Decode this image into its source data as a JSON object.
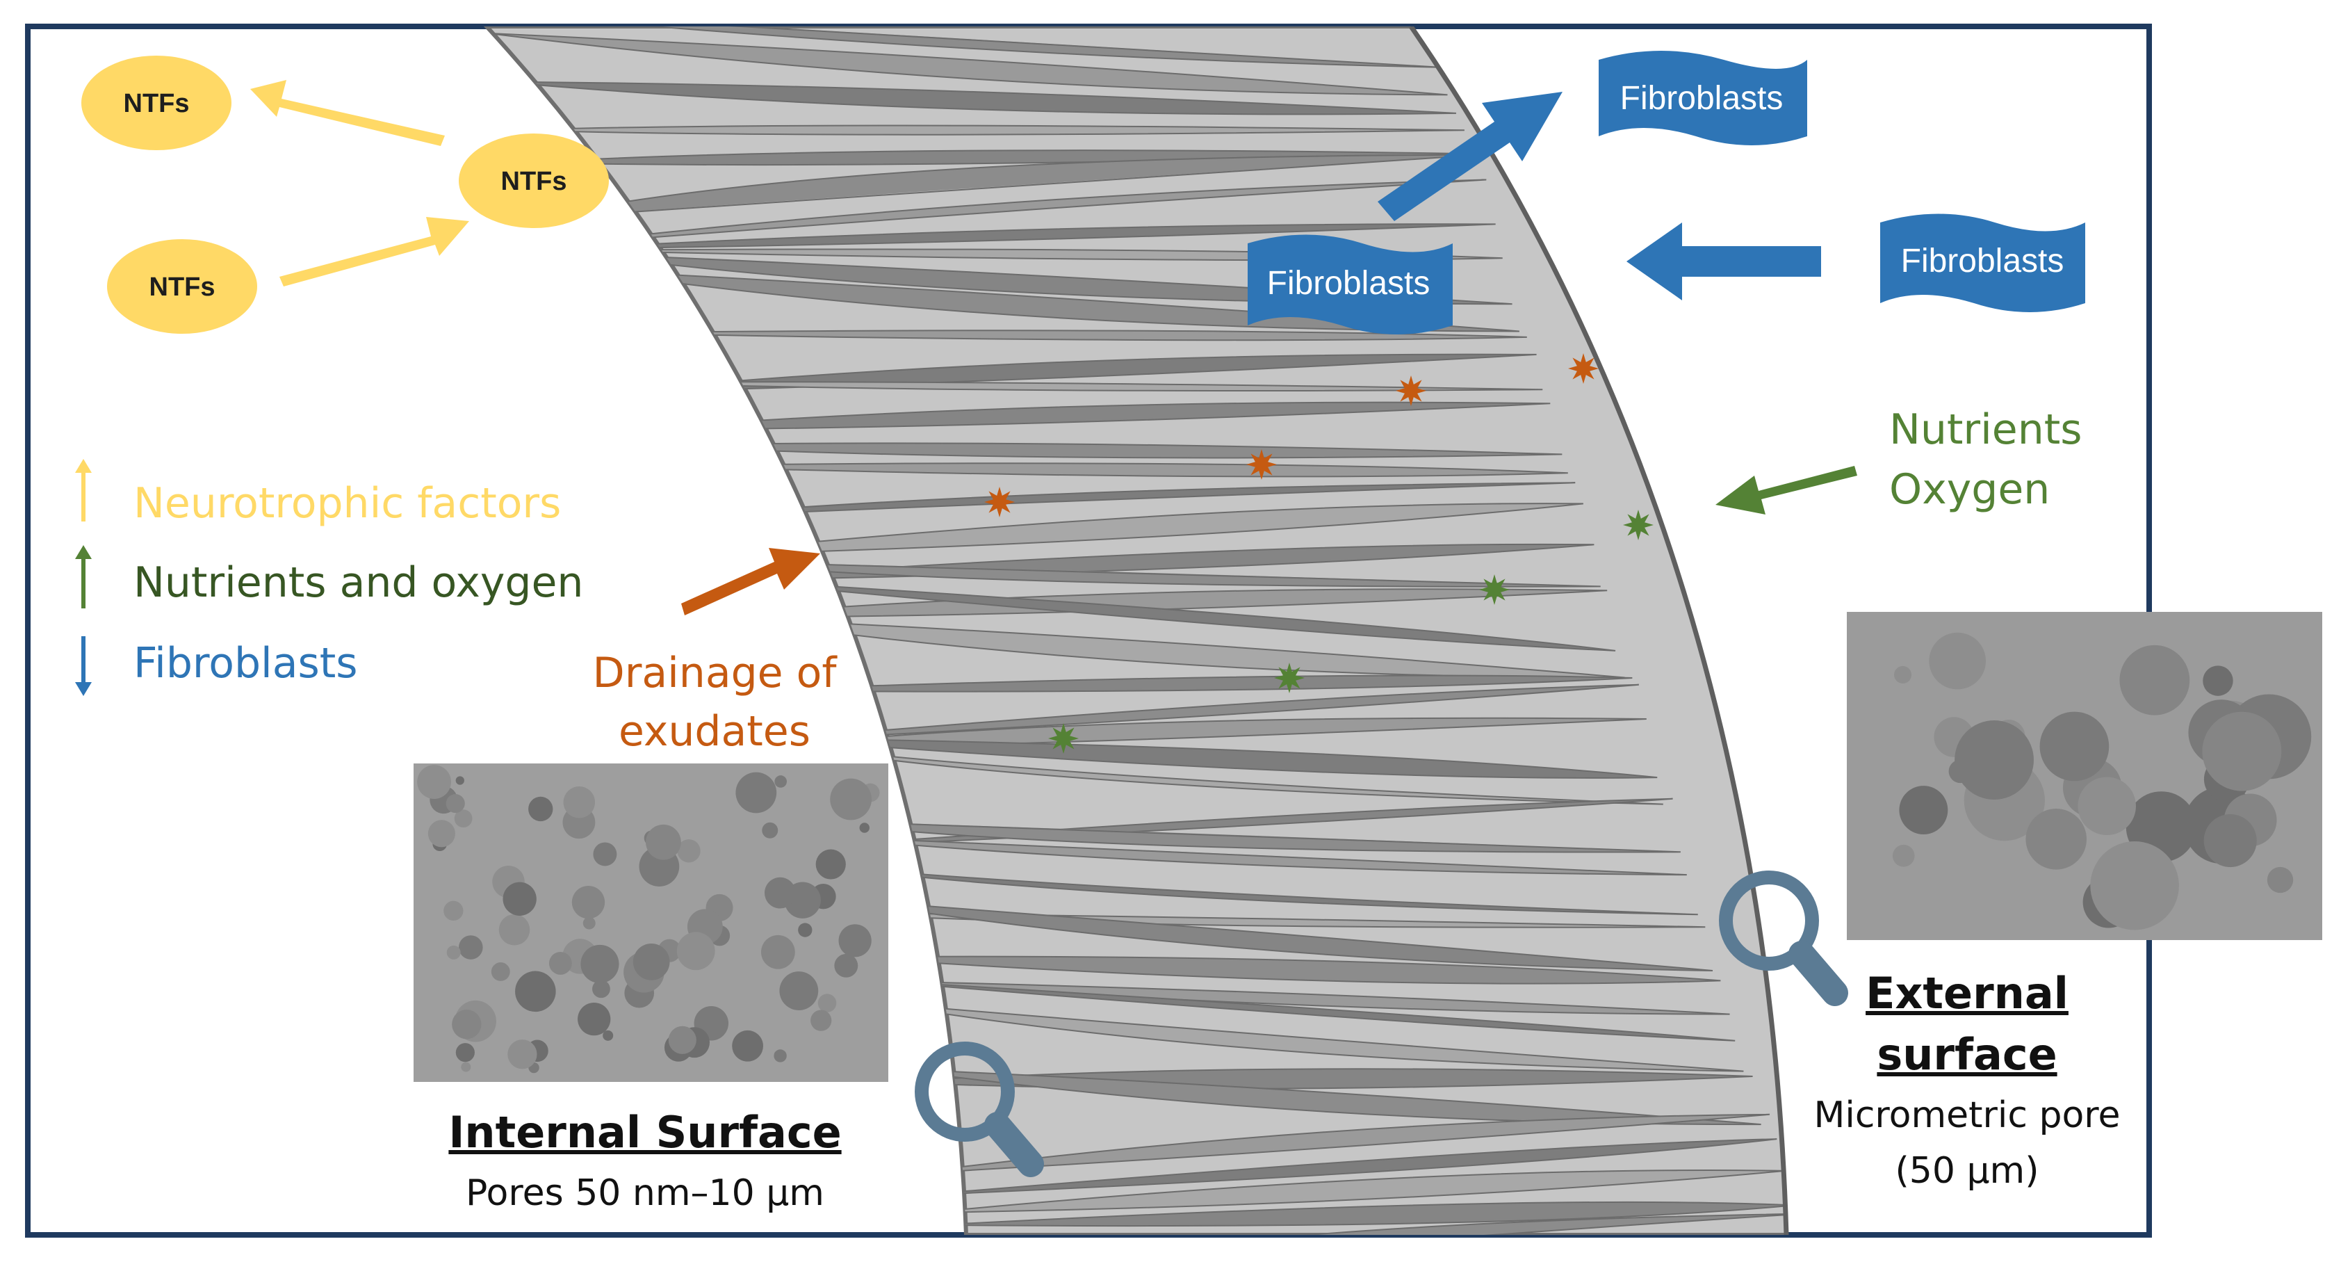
{
  "colors": {
    "neurotrophic": "#ffd966",
    "ntf_fill": "#ffd966",
    "nutrients": "#548235",
    "fibroblasts": "#2e75b6",
    "drainage": "#c55a11",
    "frame": "#1f3a5f",
    "wall": "#c6c6c6",
    "fiber": "#8c8c8c",
    "magnifier": "#5b7b94"
  },
  "ntf_labels": [
    "NTFs",
    "NTFs",
    "NTFs"
  ],
  "fibroblast_labels": [
    "Fibroblasts",
    "Fibroblasts",
    "Fibroblasts"
  ],
  "legend": [
    {
      "text": "Neurotrophic factors",
      "arrow": "up",
      "color": "#ffd966"
    },
    {
      "text": "Nutrients and oxygen",
      "arrow": "up",
      "color": "#548235"
    },
    {
      "text": "Fibroblasts",
      "arrow": "down",
      "color": "#2e75b6"
    }
  ],
  "nutrients_label": {
    "line1": "Nutrients",
    "line2": "Oxygen"
  },
  "drainage_label": {
    "line1": "Drainage of",
    "line2": "exudates"
  },
  "internal_surface": {
    "title": "Internal Surface",
    "subtitle": "Pores 50 nm–10 µm"
  },
  "external_surface": {
    "title_line1": "External",
    "title_line2": "surface",
    "subtitle_line1": "Micrometric pore",
    "subtitle_line2": "(50 µm)"
  },
  "icons": {
    "magnifier": "magnifier-icon",
    "orange_star": "orange-star-icon",
    "green_star": "green-star-icon"
  }
}
